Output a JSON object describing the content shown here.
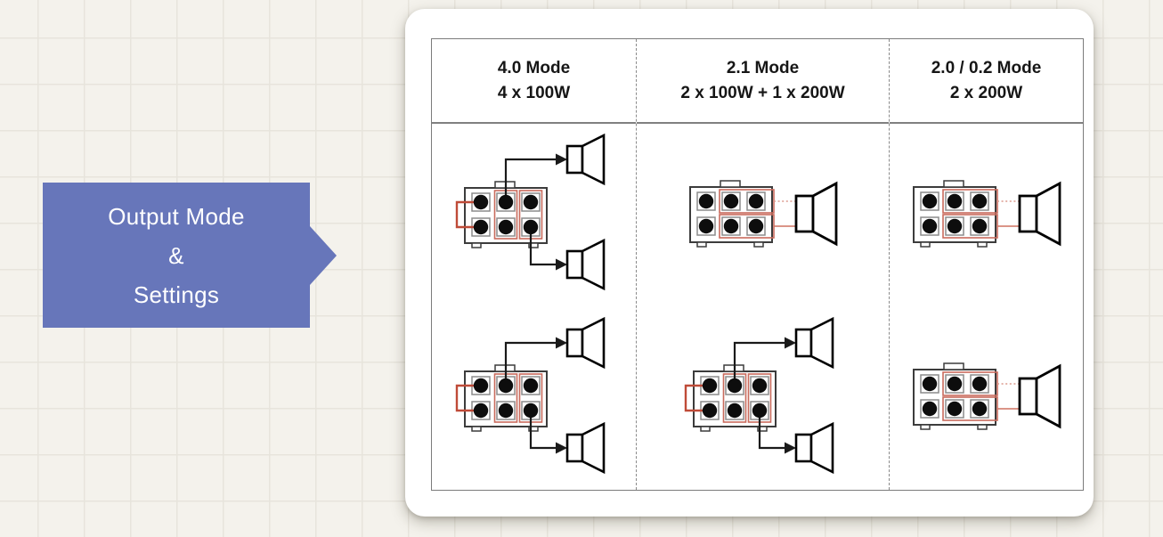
{
  "callout": {
    "lines": [
      "Output Mode",
      "&",
      "Settings"
    ],
    "bg_color": "#6776ba",
    "text_color": "#ffffff"
  },
  "table": {
    "columns": [
      {
        "mode": "4.0 Mode",
        "power": "4 x 100W",
        "diagrams": [
          "dual-speakers",
          "dual-speakers"
        ],
        "description": "two terminal blocks, each wired to two speakers"
      },
      {
        "mode": "2.1 Mode",
        "power": "2 x 100W + 1 x 200W",
        "diagrams": [
          "bridged-speaker",
          "dual-speakers"
        ],
        "description": "one block bridged to a single large speaker plus one block wired to two speakers"
      },
      {
        "mode": "2.0 / 0.2 Mode",
        "power": "2 x 200W",
        "diagrams": [
          "bridged-speaker",
          "bridged-speaker"
        ],
        "description": "two terminal blocks, each bridged to a single large speaker"
      }
    ]
  },
  "colors": {
    "accent_blue": "#6776ba",
    "wire_red": "#bf4b38",
    "terminal_highlight_red": "#c96b5d",
    "link_pink_solid": "#cf7260",
    "link_pink_dotted": "#dc9a8d",
    "wire_black": "#1a1a1a",
    "table_border": "#7c7c7c",
    "background": "#f4f2ec"
  }
}
